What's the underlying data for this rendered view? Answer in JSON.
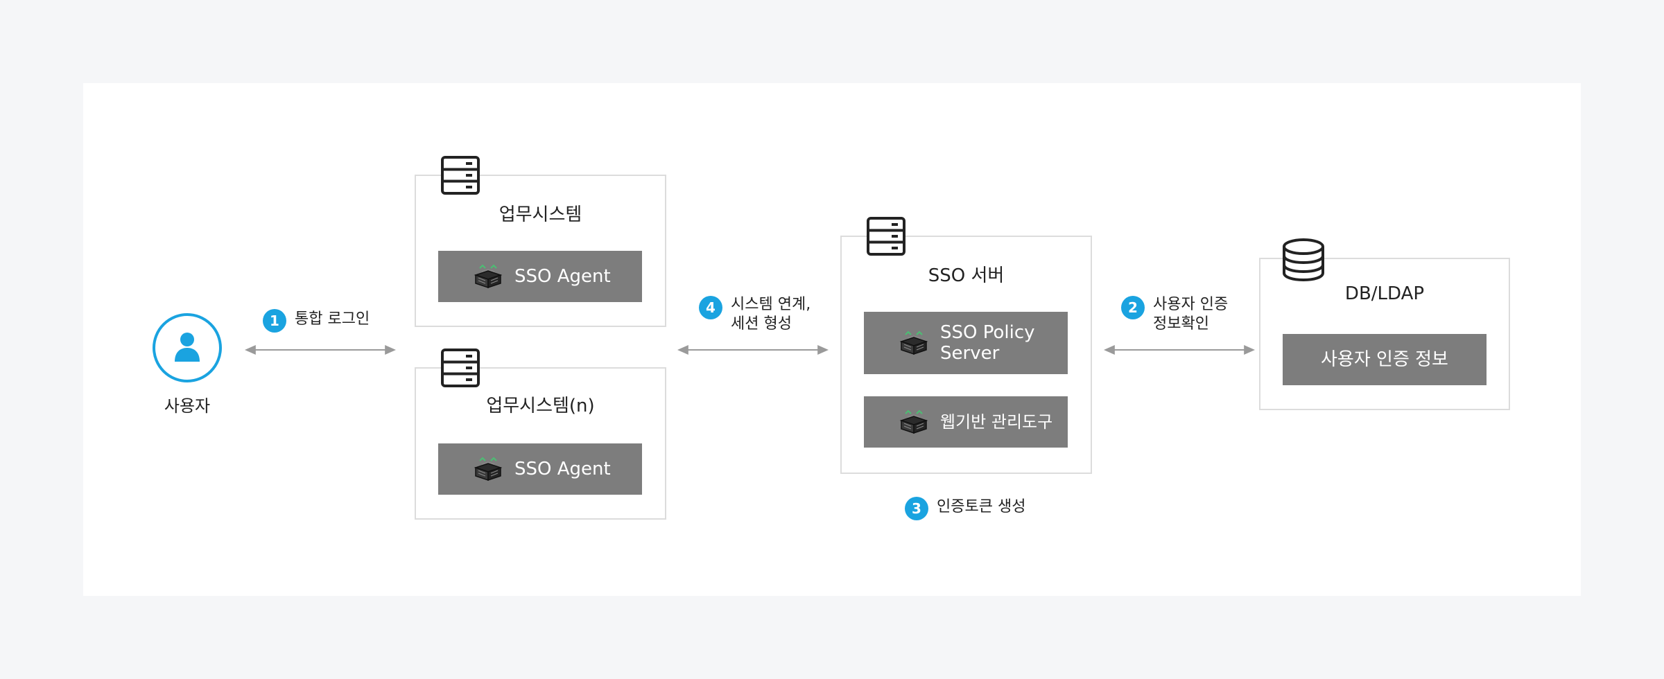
{
  "user": {
    "label": "사용자"
  },
  "steps": [
    {
      "num": "1",
      "text": "통합 로그인"
    },
    {
      "num": "2",
      "line1": "사용자 인증",
      "line2": "정보확인"
    },
    {
      "num": "3",
      "text": "인증토큰 생성"
    },
    {
      "num": "4",
      "line1": "시스템 연계,",
      "line2": "세션 형성"
    }
  ],
  "business_system_1": {
    "title": "업무시스템",
    "module": "SSO Agent"
  },
  "business_system_n": {
    "title": "업무시스템(n)",
    "module": "SSO Agent"
  },
  "sso_server": {
    "title": "SSO 서버",
    "policy_line1": "SSO Policy",
    "policy_line2": "Server",
    "admin_tool": "웹기반 관리도구"
  },
  "db": {
    "title": "DB/LDAP",
    "module": "사용자 인증 정보"
  },
  "colors": {
    "accent": "#1aa3e0",
    "module_bg": "#7d7d7d",
    "border": "#dcdcdc",
    "arrow": "#9a9a9a"
  },
  "icons": [
    "user-icon",
    "server-icon",
    "database-icon",
    "agent-module-icon",
    "double-arrow-icon"
  ]
}
